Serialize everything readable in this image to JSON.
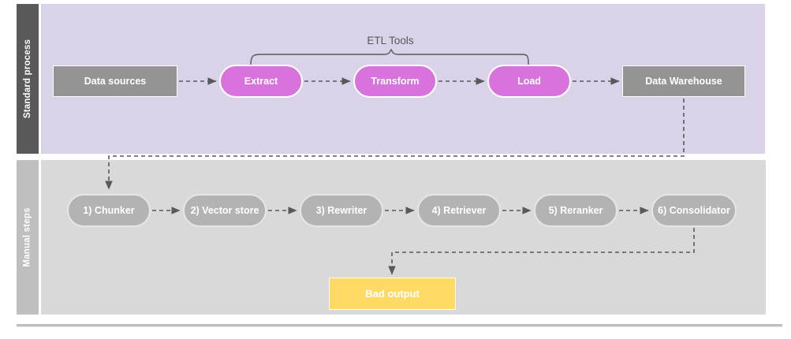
{
  "lanes": {
    "top": {
      "label": "Standard process",
      "color": "#595959",
      "body_color": "#D9D2E9"
    },
    "bottom": {
      "label": "Manual steps",
      "color": "#BFBFBF",
      "body_color": "#D9D9D9"
    }
  },
  "annotations": {
    "etl_tools": "ETL Tools"
  },
  "nodes": {
    "data_sources": "Data sources",
    "extract": "Extract",
    "transform": "Transform",
    "load": "Load",
    "warehouse": "Data Warehouse",
    "chunker": "1) Chunker",
    "vector_store": "2) Vector store",
    "rewriter": "3) Rewriter",
    "retriever": "4) Retriever",
    "reranker": "5) Reranker",
    "consolidator": "6) Consolidator",
    "bad_output": "Bad output"
  },
  "colors": {
    "purple_node": "#D873DE",
    "gray_node": "#B3B3B3",
    "dark_rect": "#949494",
    "yellow_rect": "#FFD966",
    "edge": "#595959",
    "lane_purple": "#D9D2E9",
    "lane_gray": "#D9D9D9"
  },
  "flows": {
    "standard": [
      "Data sources",
      "Extract",
      "Transform",
      "Load",
      "Data Warehouse"
    ],
    "manual": [
      "1) Chunker",
      "2) Vector store",
      "3) Rewriter",
      "4) Retriever",
      "5) Reranker",
      "6) Consolidator"
    ],
    "cross_lane": [
      "Data Warehouse",
      "1) Chunker"
    ],
    "result": [
      "6) Consolidator",
      "Bad output"
    ]
  }
}
